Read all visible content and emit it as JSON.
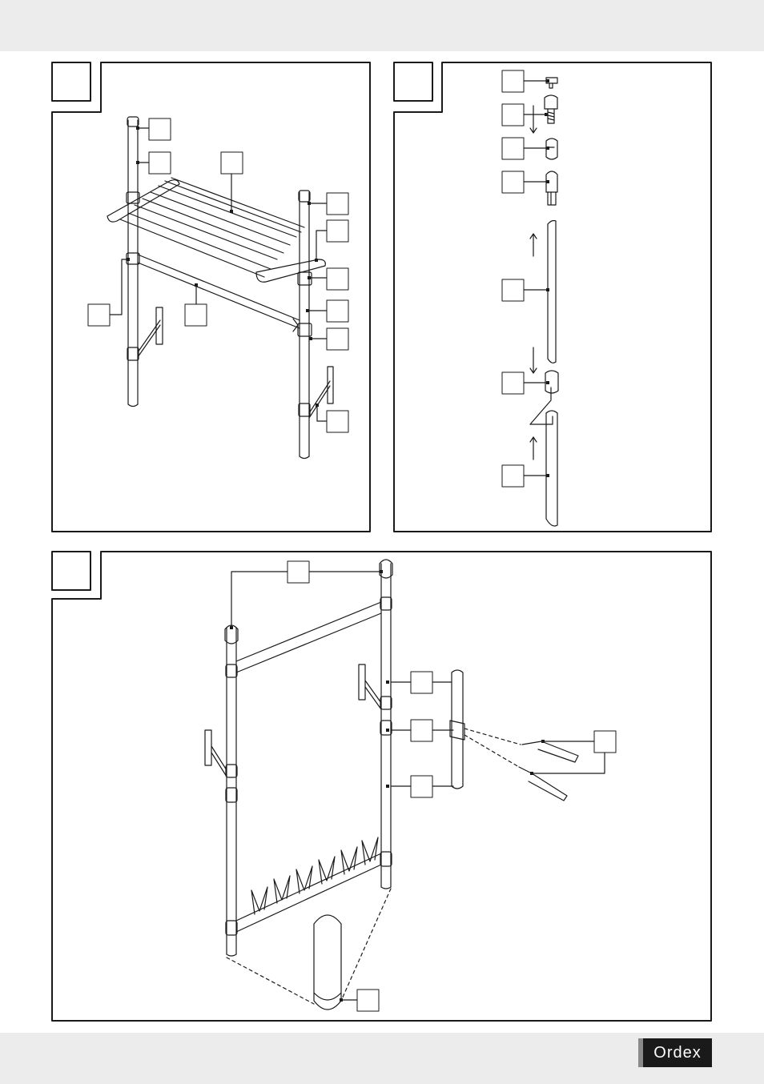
{
  "brand": {
    "logo_text": "Ordex"
  },
  "panels": [
    {
      "id": "panel-shelf-assembly"
    },
    {
      "id": "panel-pole-exploded"
    },
    {
      "id": "panel-wall-frame"
    }
  ],
  "colors": {
    "stroke": "#1a1a1a",
    "band": "#ececec",
    "logo_bg": "#1a1a1a",
    "logo_accent": "#8a8a8a"
  }
}
